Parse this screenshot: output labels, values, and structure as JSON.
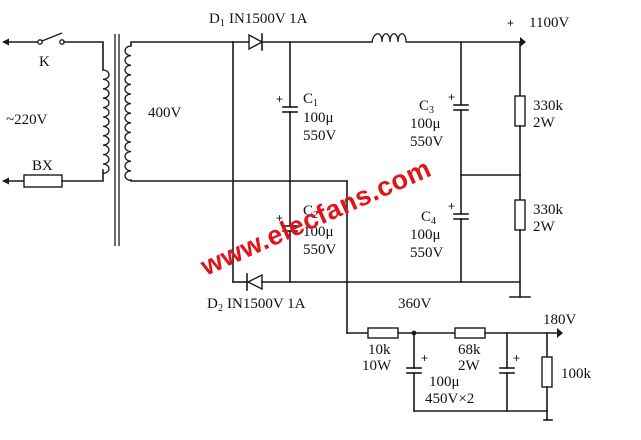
{
  "switch": {
    "name": "K"
  },
  "mains": {
    "voltage": "~220V"
  },
  "fuse": {
    "name": "BX"
  },
  "secondary": {
    "voltage": "400V"
  },
  "d1": {
    "name": "D",
    "sub": "1",
    "spec": "IN1500V 1A"
  },
  "d2": {
    "name": "D",
    "sub": "2",
    "spec": "IN1500V 1A"
  },
  "c1": {
    "name": "C",
    "sub": "1",
    "value": "100μ",
    "rating": "550V"
  },
  "c2": {
    "name": "C",
    "sub": "2",
    "value": "100μ",
    "rating": "550V"
  },
  "c3": {
    "name": "C",
    "sub": "3",
    "value": "100μ",
    "rating": "550V"
  },
  "c4": {
    "name": "C",
    "sub": "4",
    "value": "100μ",
    "rating": "550V"
  },
  "output_hv": {
    "plus": "+",
    "voltage": "1100V"
  },
  "r_bleeder_top": {
    "value": "330k",
    "power": "2W"
  },
  "r_bleeder_bottom": {
    "value": "330k",
    "power": "2W"
  },
  "node_360": {
    "voltage": "360V"
  },
  "r_10k": {
    "value": "10k",
    "power": "10W"
  },
  "r_68k": {
    "value": "68k",
    "power": "2W"
  },
  "c_filter": {
    "value": "100μ",
    "rating": "450V×2"
  },
  "output_180": {
    "voltage": "180V"
  },
  "r_100k": {
    "value": "100k"
  },
  "polarity": {
    "plus": "+"
  },
  "watermark": {
    "text": "www.elecfans.com",
    "color": "#e1141a"
  }
}
